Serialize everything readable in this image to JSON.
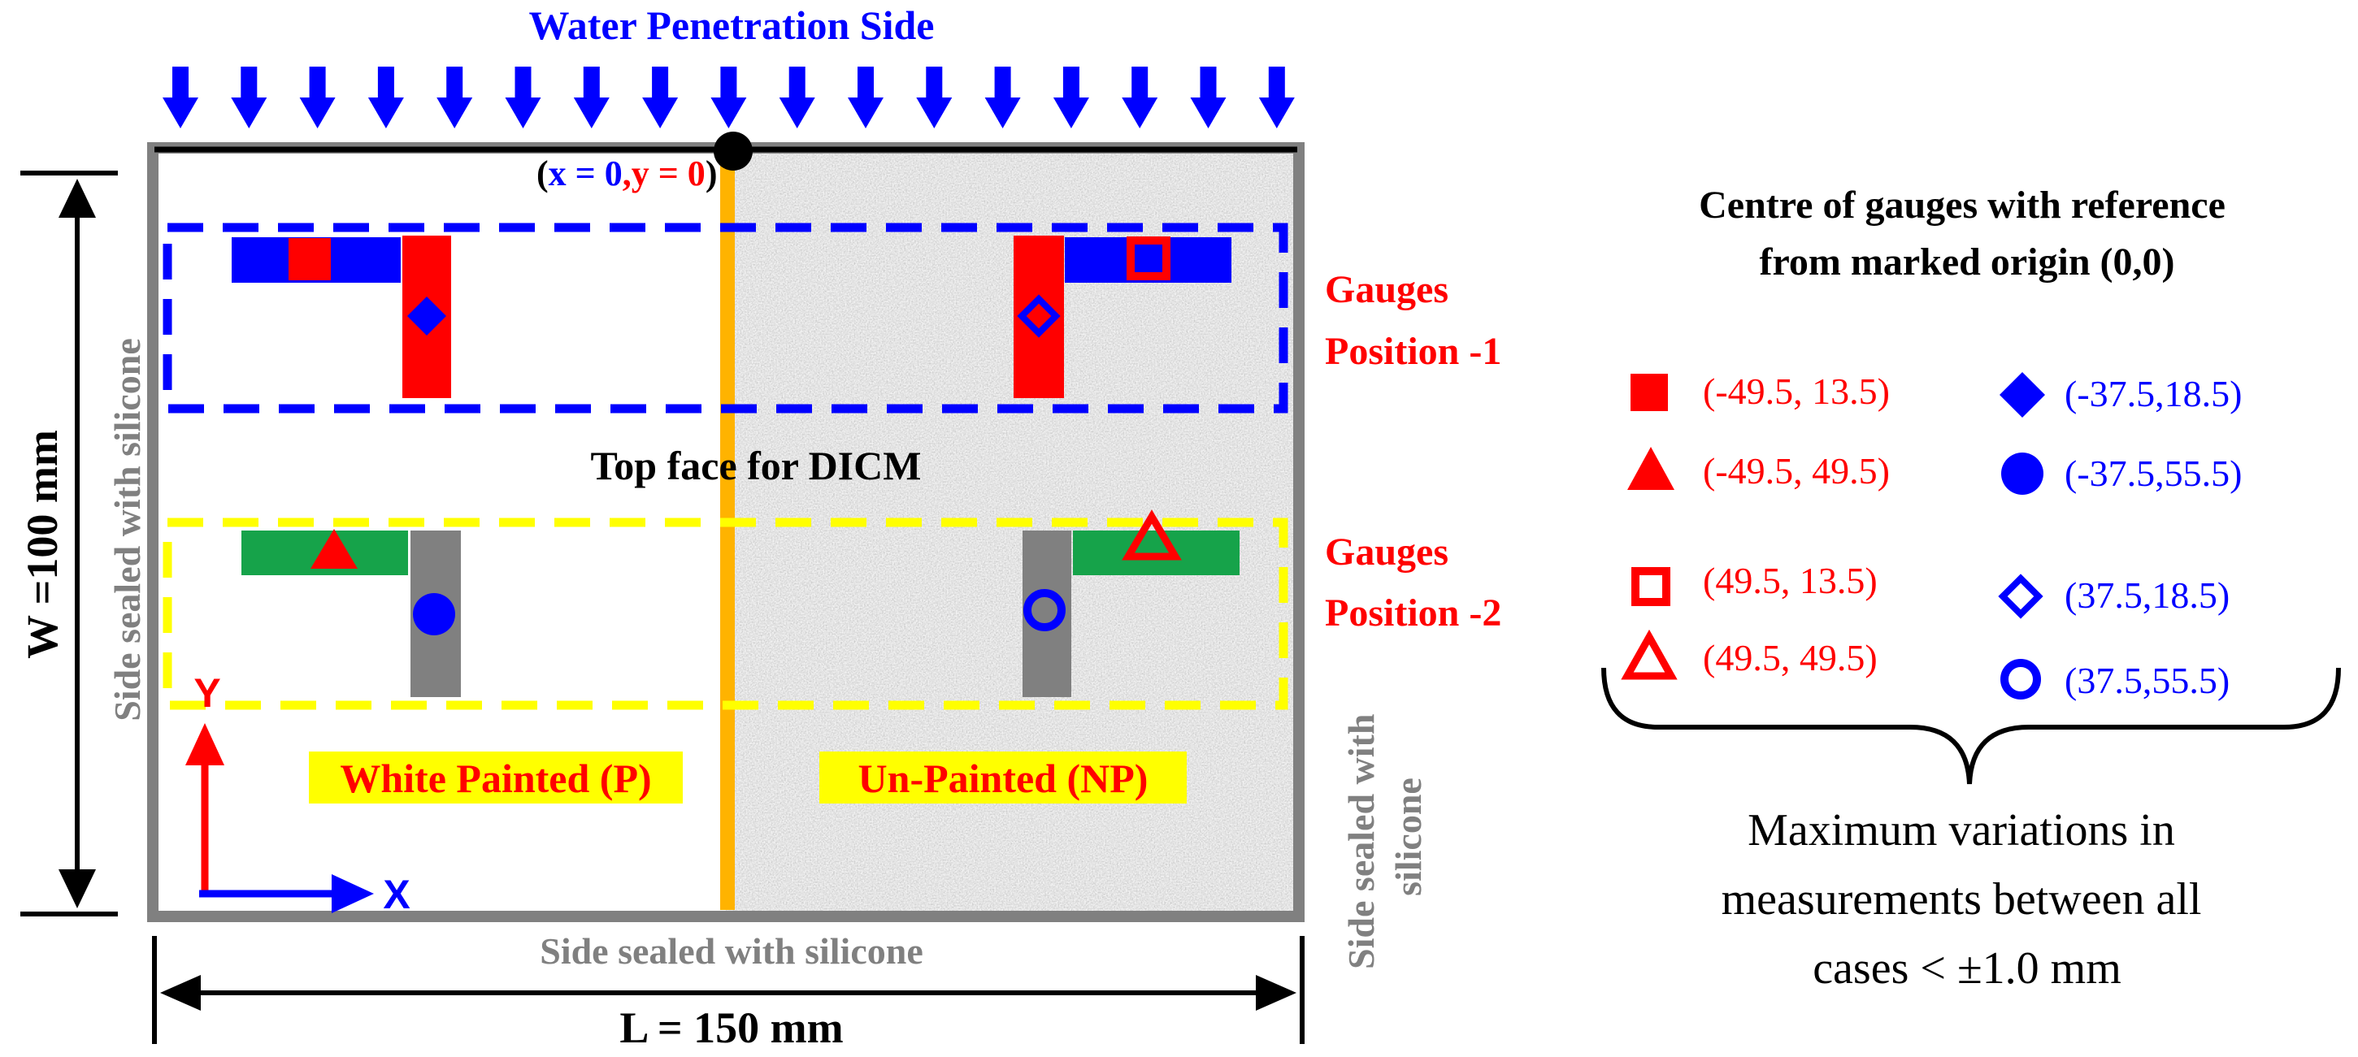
{
  "title": "Water Penetration Side",
  "origin_label": {
    "x_part": "x = 0",
    "separator": ",",
    "y_part": "y = 0",
    "open": "(",
    "close": ")"
  },
  "width_dim": "W =100 mm",
  "length_dim": "L = 150 mm",
  "side_left": "Side sealed with silicone",
  "side_bottom": "Side sealed with silicone",
  "side_right": [
    "Side sealed with",
    "silicone"
  ],
  "top_face": "Top face for DICM",
  "gauges_pos1": [
    "Gauges",
    "Position -1"
  ],
  "gauges_pos2": [
    "Gauges",
    "Position -2"
  ],
  "white_painted": "White Painted (P)",
  "unpainted": "Un-Painted (NP)",
  "axis_y": "Y",
  "axis_x": "X",
  "legend": {
    "title_lines": [
      "Centre of gauges with reference",
      "from marked origin (0,0)"
    ],
    "left": [
      {
        "symbol": "square-filled",
        "label": "(-49.5, 13.5)"
      },
      {
        "symbol": "triangle-filled",
        "label": "(-49.5, 49.5)"
      },
      {
        "symbol": "square-open",
        "label": "(49.5, 13.5)"
      },
      {
        "symbol": "triangle-open",
        "label": "(49.5, 49.5)"
      }
    ],
    "right": [
      {
        "symbol": "diamond-filled",
        "label": "(-37.5,18.5)"
      },
      {
        "symbol": "circle-filled",
        "label": "(-37.5,55.5)"
      },
      {
        "symbol": "diamond-open",
        "label": "(37.5,18.5)"
      },
      {
        "symbol": "circle-open",
        "label": "(37.5,55.5)"
      }
    ]
  },
  "note": [
    "Maximum variations in",
    "measurements between all",
    "cases < ±1.0 mm"
  ],
  "colors": {
    "blue": "#0000ff",
    "red": "#ff0000",
    "green": "#16a34a",
    "gray": "#808080",
    "orange": "#ffb300",
    "yellow_box": "#ffff00",
    "label_bg": "#ffff00"
  }
}
